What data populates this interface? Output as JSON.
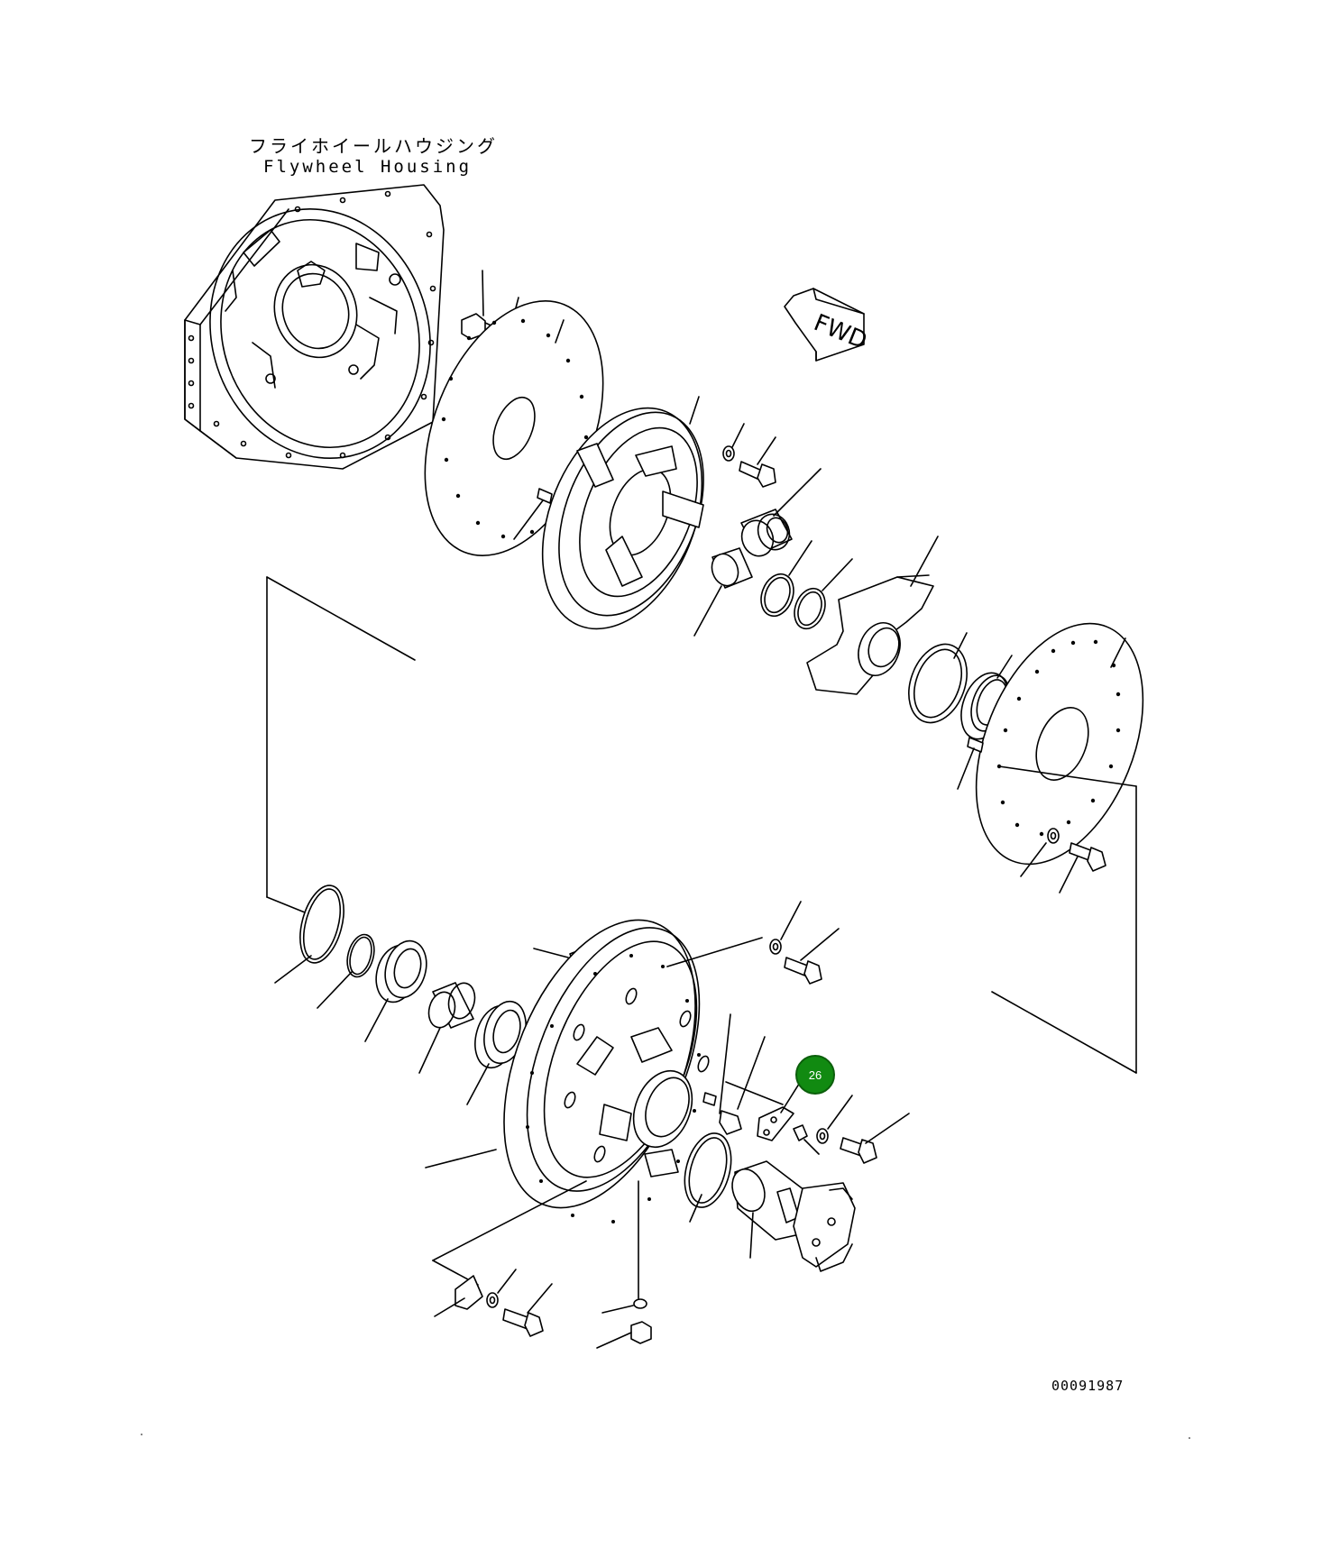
{
  "labels": {
    "housing_jp": "フライホイールハウジング",
    "housing_en": "Flywheel Housing",
    "fwd": "FWD",
    "doc_id": "00091987"
  },
  "callouts": [
    {
      "number": "26",
      "color": "#118a11"
    }
  ]
}
